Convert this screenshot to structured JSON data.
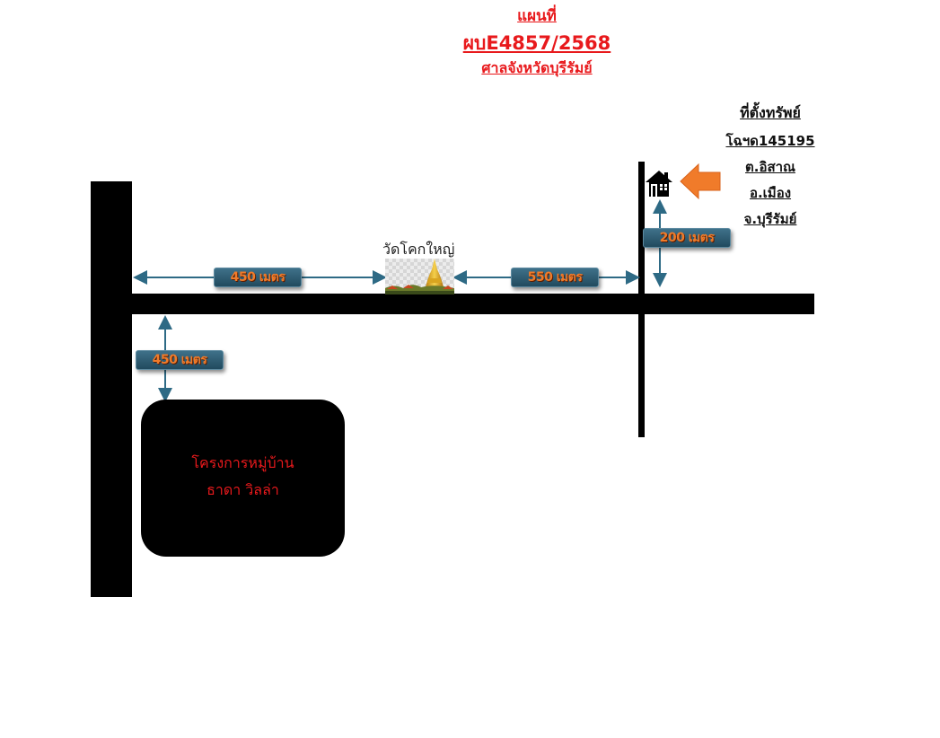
{
  "header": {
    "line1": "แผนที่",
    "line2": "ผบE4857/2568",
    "line3": "ศาลจังหวัดบุรีรัมย์"
  },
  "location": {
    "title": "ที่ตั้งทรัพย์",
    "deed": "โฉฯด145195",
    "subdistrict": "ต.อิสาณ",
    "district": "อ.เมือง",
    "province": "จ.บุรีรัมย์"
  },
  "landmarks": {
    "temple_name": "วัดโคกใหญ่",
    "project_line1": "โครงการหมู่บ้าน",
    "project_line2": "ธาดา วิลล่า"
  },
  "distances": {
    "left_horizontal": "450 เมตร",
    "right_horizontal": "550 เมตร",
    "vertical_left": "450 เมตร",
    "vertical_property": "200 เมตร"
  },
  "colors": {
    "title_red": "#e8191c",
    "arrow_orange": "#f07b2a",
    "label_teal": "#2c5a6f",
    "connector": "#2e6a85"
  },
  "icons": [
    "house-icon",
    "orange-arrow-icon",
    "temple-icon"
  ]
}
